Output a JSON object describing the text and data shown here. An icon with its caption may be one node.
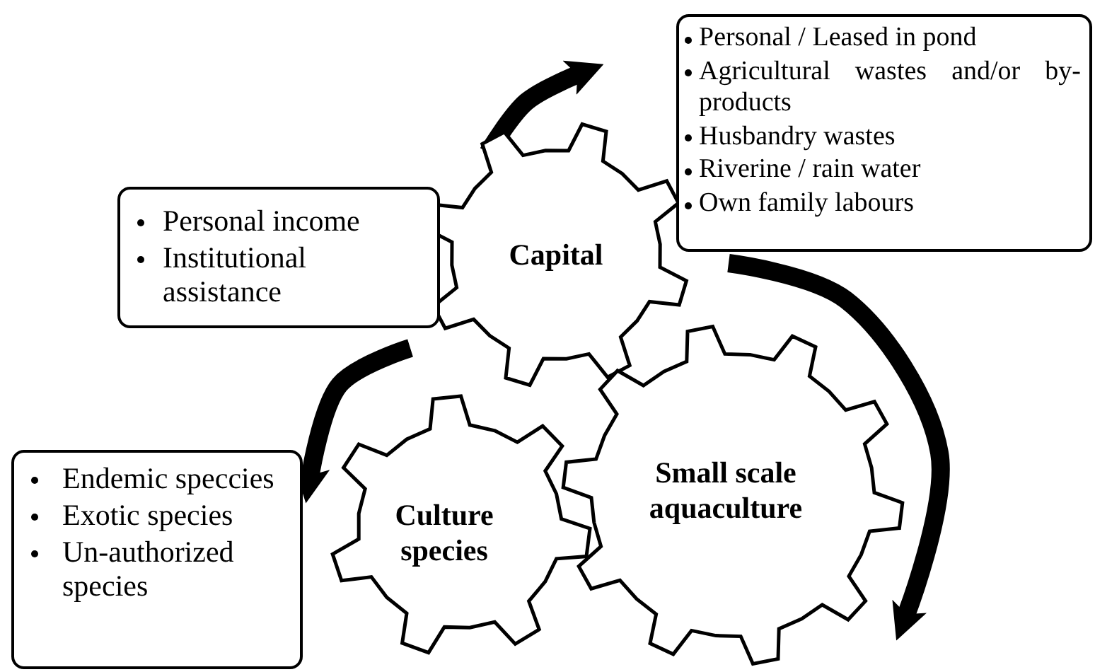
{
  "diagram": {
    "nodes": [
      {
        "text": [
          "Capital"
        ]
      },
      {
        "text": [
          "Personal income",
          "Institutional assistance"
        ]
      },
      {
        "text": [
          "Personal / Leased in pond",
          "Agricultural wastes and/or by-products",
          "Husbandry wastes",
          "Riverine / rain water",
          "Own family labours"
        ]
      },
      {
        "text": [
          "Small scale aquaculture"
        ]
      },
      {
        "text": [
          "Culture species"
        ]
      },
      {
        "text": [
          "Endemic speccies",
          "Exotic species",
          "Un-authorized species"
        ]
      }
    ]
  }
}
